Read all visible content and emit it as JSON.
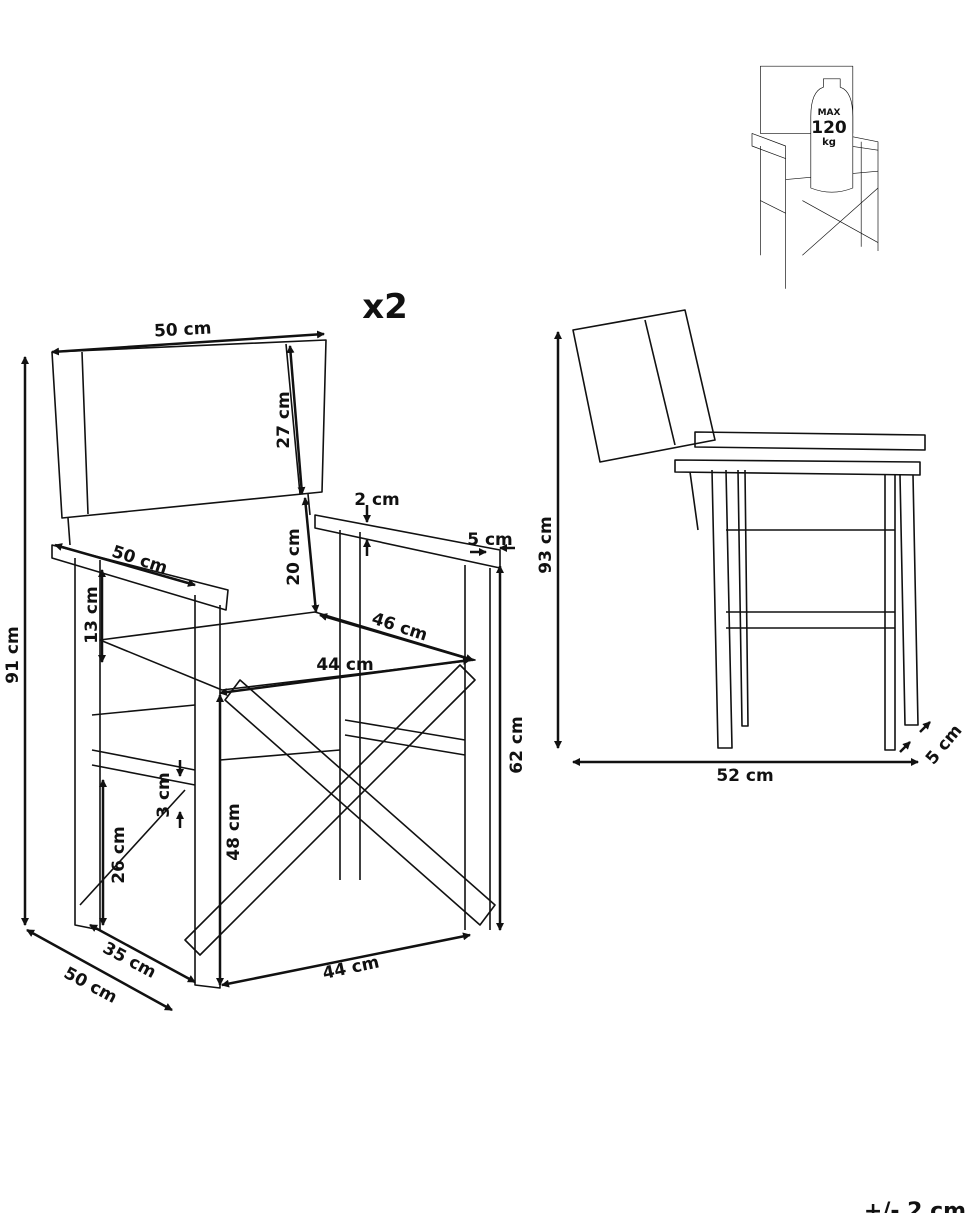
{
  "quantity": "x2",
  "tolerance": "+/- 2 cm",
  "weight_badge": {
    "max": "MAX",
    "value": "120",
    "unit": "kg"
  },
  "front_view": {
    "backrest_width": "50 cm",
    "backrest_height": "27 cm",
    "armrest_thickness": "2 cm",
    "armrest_width": "5 cm",
    "armrest_length": "50 cm",
    "back_gap": "20 cm",
    "arm_to_seat": "13 cm",
    "seat_depth": "46 cm",
    "seat_width": "44 cm",
    "total_height": "91 cm",
    "armrest_height": "62 cm",
    "stretcher_height": "3 cm",
    "stretcher_from_floor": "26 cm",
    "seat_height": "48 cm",
    "leg_depth": "35 cm",
    "overall_depth": "50 cm",
    "base_width": "44 cm"
  },
  "folded_view": {
    "height": "93 cm",
    "width": "52 cm",
    "thickness": "5 cm"
  }
}
